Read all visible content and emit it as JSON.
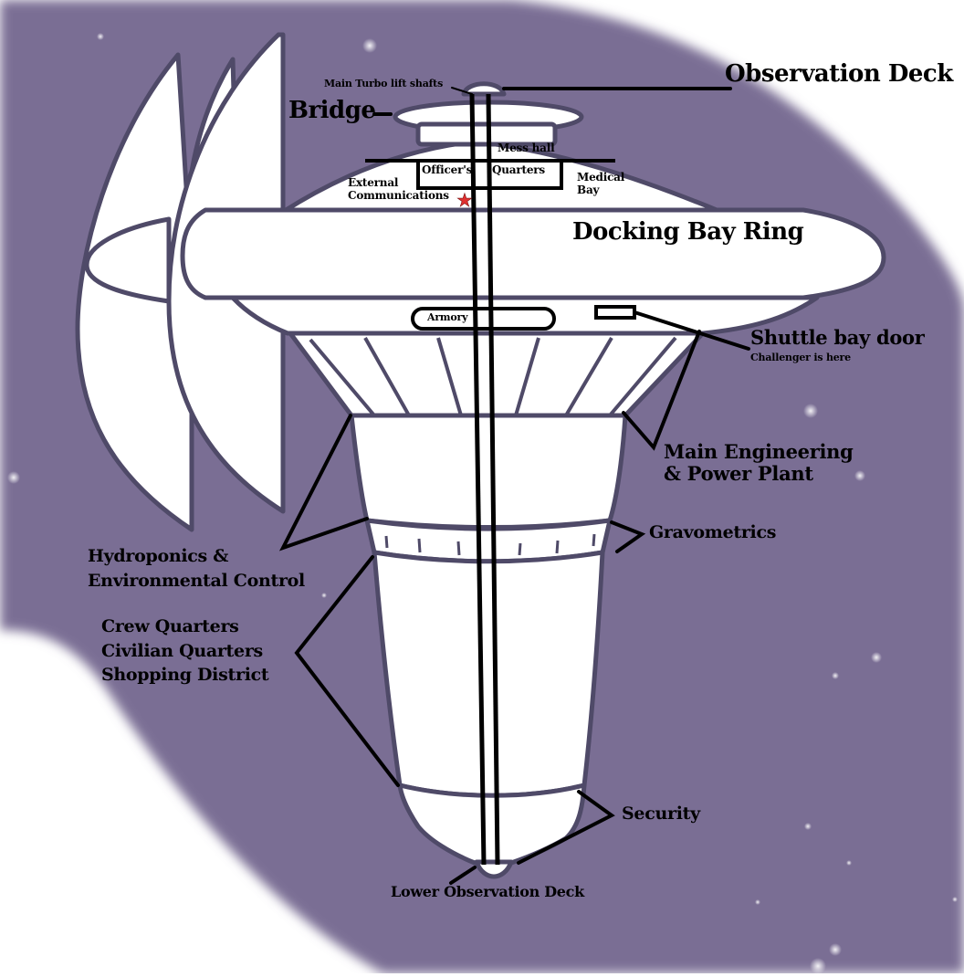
{
  "diagram": {
    "subject": "Space station cutaway schematic",
    "colors": {
      "space": "#7a6e94",
      "hull": "#ffffff",
      "outline": "#4f4a68",
      "leader_line": "#000000",
      "marker_star": "#e03030",
      "page": "#ffffff"
    },
    "labels": {
      "observation_deck": "Observation Deck",
      "turbolift": "Main Turbo lift shafts",
      "bridge": "Bridge",
      "mess_hall": "Mess hall",
      "officers": "Officer's",
      "quarters": "Quarters",
      "medical_bay": [
        "Medical",
        "Bay"
      ],
      "external_comms": [
        "External",
        "Communications"
      ],
      "docking_bay_ring": "Docking Bay Ring",
      "armory": "Armory",
      "shuttle_bay_door": "Shuttle bay door",
      "shuttle_note": "Challenger is here",
      "main_engineering": [
        "Main Engineering",
        "& Power Plant"
      ],
      "gravometrics": "Gravometrics",
      "hydroponics": [
        "Hydroponics &",
        "Environmental Control"
      ],
      "residential": [
        "Crew Quarters",
        "Civilian Quarters",
        "Shopping District"
      ],
      "security": "Security",
      "lower_observation_deck": "Lower Observation Deck"
    },
    "markers": [
      {
        "name": "current-location-star",
        "symbol": "★",
        "near": "External Communications"
      }
    ]
  }
}
